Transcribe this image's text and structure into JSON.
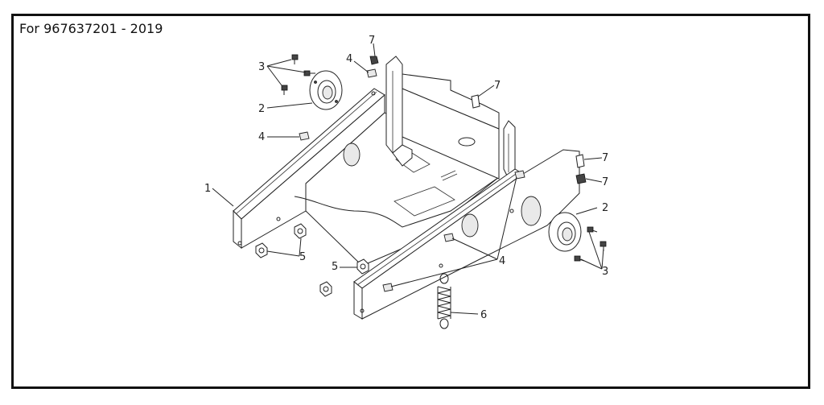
{
  "title": "For 967637201 - 2019",
  "callouts": {
    "c1": "1",
    "c2a": "2",
    "c2b": "2",
    "c3a": "3",
    "c3b": "3",
    "c4a": "4",
    "c4b": "4",
    "c4c": "4",
    "c5a": "5",
    "c5b": "5",
    "c6": "6",
    "c7a": "7",
    "c7b": "7",
    "c7c": "7",
    "c7d": "7"
  }
}
